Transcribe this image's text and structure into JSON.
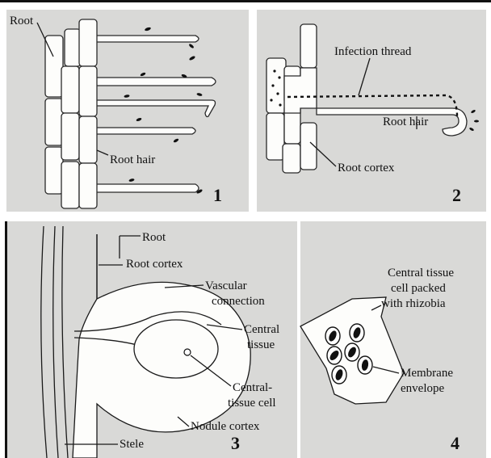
{
  "colors": {
    "panel_background": "#d9d9d7",
    "page_background": "#ffffff",
    "cell_fill": "#fdfdfb",
    "ink": "#111111"
  },
  "panels": [
    {
      "number": "1",
      "labels": {
        "root": "Root",
        "root_hair": "Root hair"
      }
    },
    {
      "number": "2",
      "labels": {
        "infection_thread": "Infection thread",
        "root_hair": "Root hair",
        "root_cortex": "Root cortex"
      }
    },
    {
      "number": "3",
      "labels": {
        "root": "Root",
        "root_cortex": "Root cortex",
        "vascular_connection": [
          "Vascular",
          "connection"
        ],
        "central_tissue": [
          "Central",
          "tissue"
        ],
        "central_tissue_cell": [
          "Central-",
          "tissue cell"
        ],
        "nodule_cortex": "Nodule cortex",
        "stele": "Stele"
      }
    },
    {
      "number": "4",
      "labels": {
        "central_tissue_cell_packed": [
          "Central tissue",
          "cell packed",
          "with rhizobia"
        ],
        "membrane_envelope": [
          "Membrane",
          "envelope"
        ]
      }
    }
  ]
}
